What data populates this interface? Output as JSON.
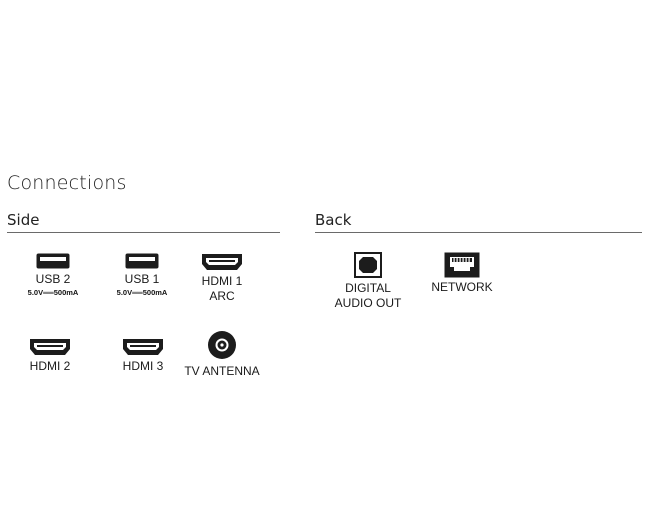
{
  "title": "Connections",
  "sections": {
    "side": {
      "heading": "Side",
      "ports": {
        "usb2": {
          "label": "USB 2",
          "spec": "5.0V══500mA"
        },
        "usb1": {
          "label": "USB 1",
          "spec": "5.0V══500mA"
        },
        "hdmi1": {
          "label_line1": "HDMI 1",
          "label_line2": "ARC"
        },
        "hdmi2": {
          "label": "HDMI 2"
        },
        "hdmi3": {
          "label": "HDMI 3"
        },
        "tv_antenna": {
          "label": "TV ANTENNA"
        }
      }
    },
    "back": {
      "heading": "Back",
      "ports": {
        "digital_audio_out": {
          "label_line1": "DIGITAL",
          "label_line2": "AUDIO OUT"
        },
        "network": {
          "label": "NETWORK"
        }
      }
    }
  },
  "icons": {
    "usb": "usb-port-icon",
    "hdmi": "hdmi-port-icon",
    "antenna": "coaxial-antenna-icon",
    "optical": "optical-audio-icon",
    "ethernet": "ethernet-port-icon"
  },
  "colors": {
    "icon_dark": "#1c1c1c",
    "text": "#1a1a1a",
    "rule": "#6a6a6a"
  }
}
